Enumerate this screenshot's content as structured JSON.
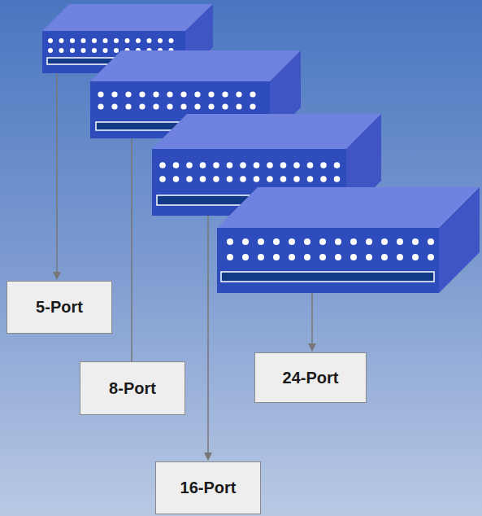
{
  "diagram": {
    "nodes": [
      {
        "text": [
          "5-Port"
        ]
      },
      {
        "text": [
          "8-Port"
        ]
      },
      {
        "text": [
          "24-Port"
        ]
      },
      {
        "text": [
          "16-Port"
        ]
      }
    ]
  }
}
